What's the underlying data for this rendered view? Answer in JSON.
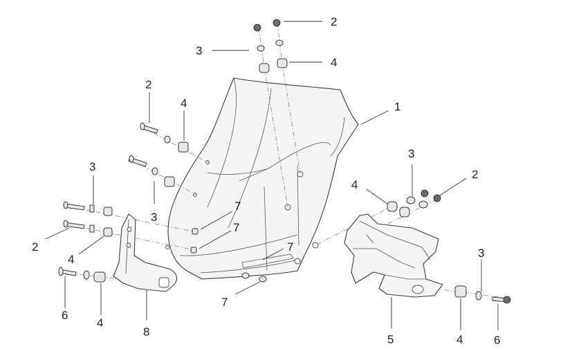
{
  "callouts": {
    "c1": "1",
    "c2_top": "2",
    "c3_top": "3",
    "c4_top": "4",
    "c2_upper_left": "2",
    "c4_upper_left": "4",
    "c3_left": "3",
    "c3_mid_left": "3",
    "c2_left": "2",
    "c4_left": "4",
    "c6_left": "6",
    "c4_bottom_left": "4",
    "c8": "8",
    "c7_a": "7",
    "c7_b": "7",
    "c7_c": "7",
    "c7_d": "7",
    "c4_right": "4",
    "c3_right": "3",
    "c2_right": "2",
    "c3_lower_right": "3",
    "c5": "5",
    "c4_lower_right": "4",
    "c6_lower_right": "6"
  }
}
